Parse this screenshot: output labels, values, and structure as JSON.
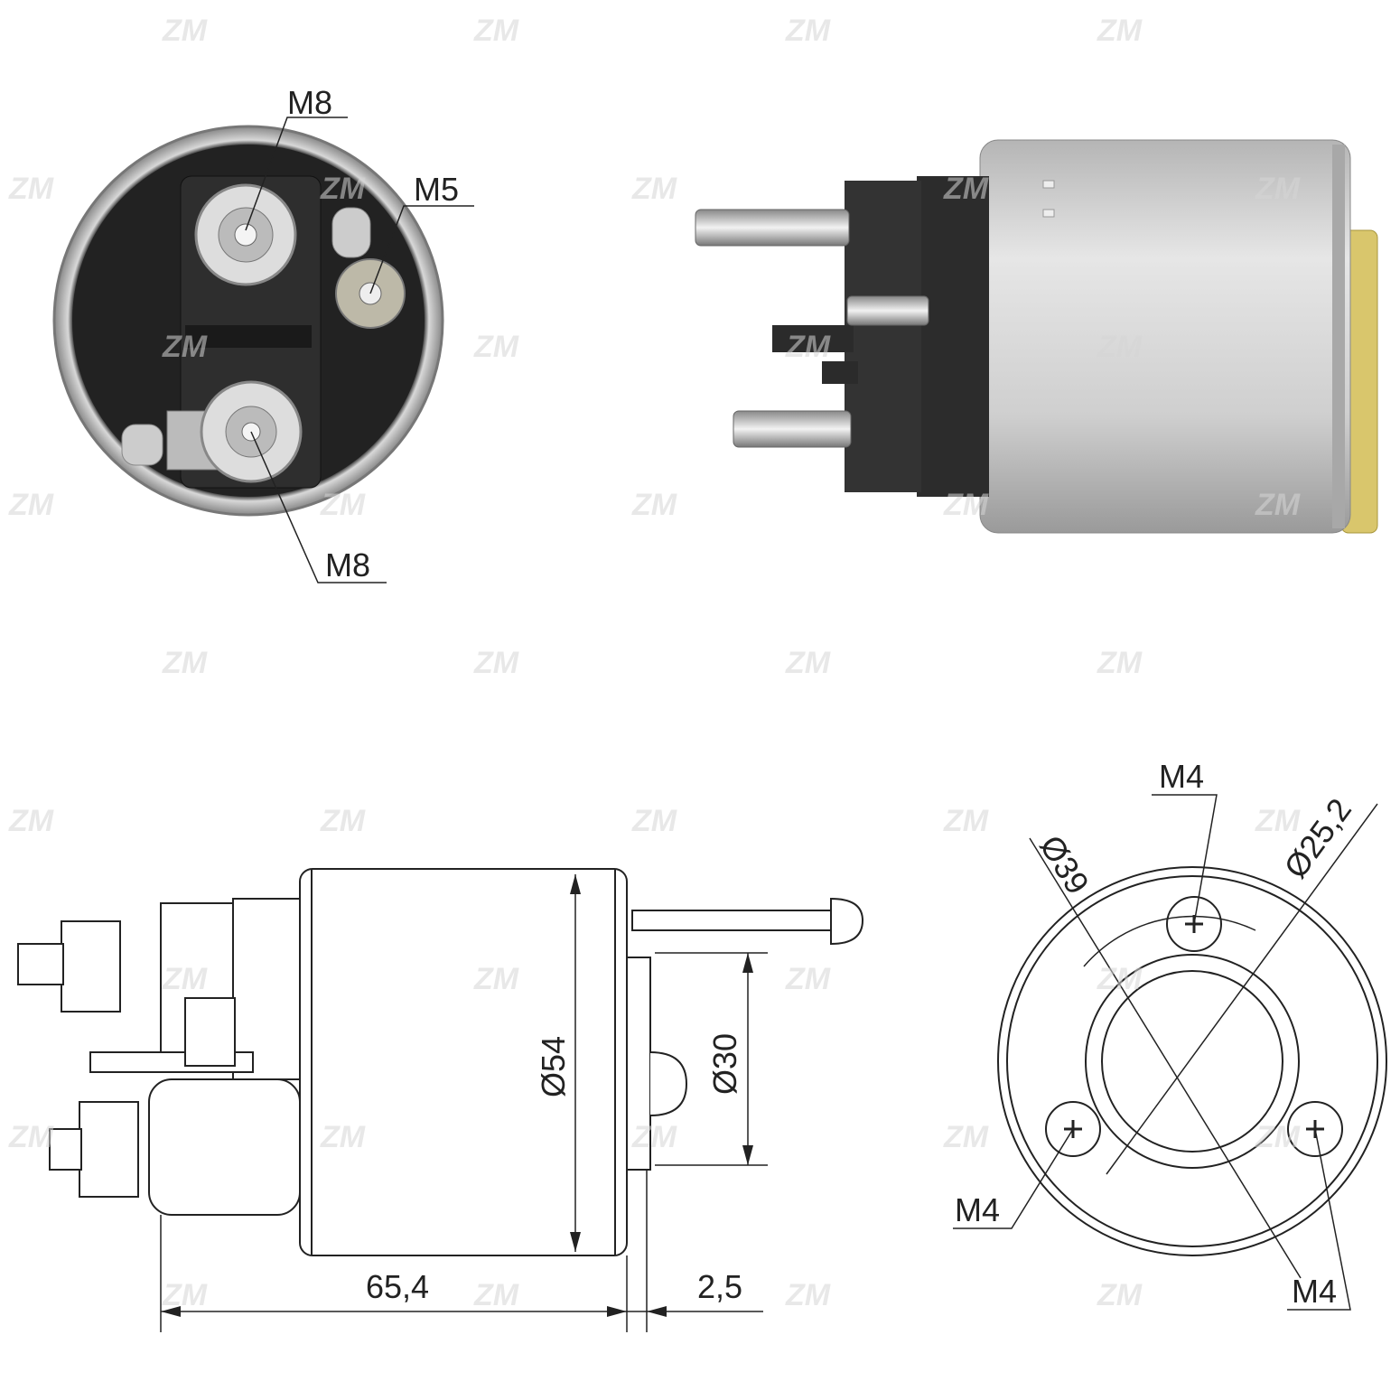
{
  "watermark": "ZM",
  "colors": {
    "line": "#222222",
    "metal": "#c9c9c9",
    "plastic": "#2a2a2a",
    "brass": "#d8c468"
  },
  "photo_end_view": {
    "labels": {
      "top_terminal": "M8",
      "small_terminal": "M5",
      "bottom_terminal": "M8"
    }
  },
  "drawing_side": {
    "dimensions": {
      "body_diameter": "Ø54",
      "plunger_diameter": "Ø30",
      "length": "65,4",
      "offset": "2,5"
    }
  },
  "drawing_flange": {
    "labels": {
      "top_screw": "M4",
      "left_screw": "M4",
      "right_screw": "M4",
      "bolt_circle": "Ø39",
      "bore": "Ø25,2"
    }
  }
}
